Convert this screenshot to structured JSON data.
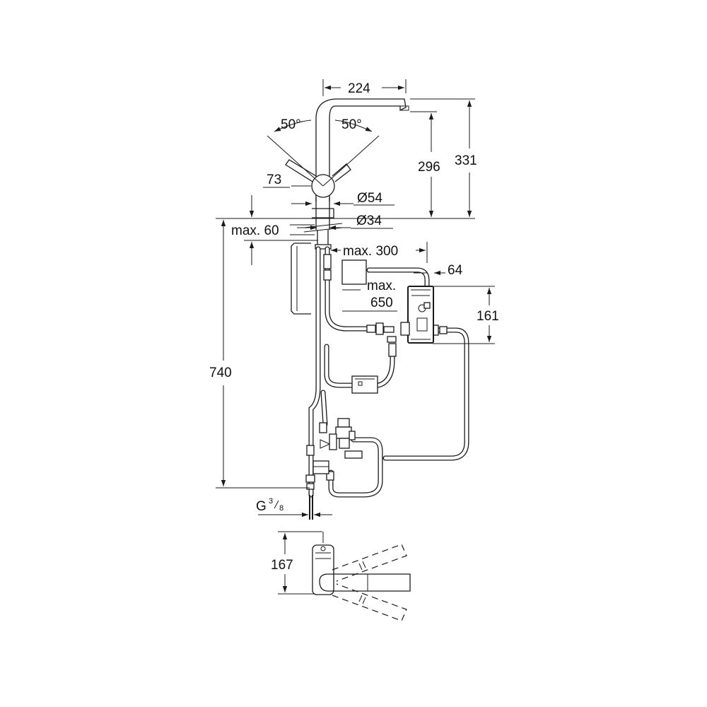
{
  "dimensions": {
    "spout_reach": "224",
    "angle_left": "50°",
    "angle_right": "50°",
    "lever_height": "73",
    "diameter_base": "Ø54",
    "diameter_hole": "Ø34",
    "max_deck": "max. 60",
    "total_height": "331",
    "spout_height": "296",
    "max_300": "max. 300",
    "dim_64": "64",
    "max_650_a": "max.",
    "max_650_b": "650",
    "box_height": "161",
    "hose_length": "740",
    "thread_g": "G",
    "thread_num": "3",
    "thread_den": "8",
    "top_view_height": "167"
  }
}
